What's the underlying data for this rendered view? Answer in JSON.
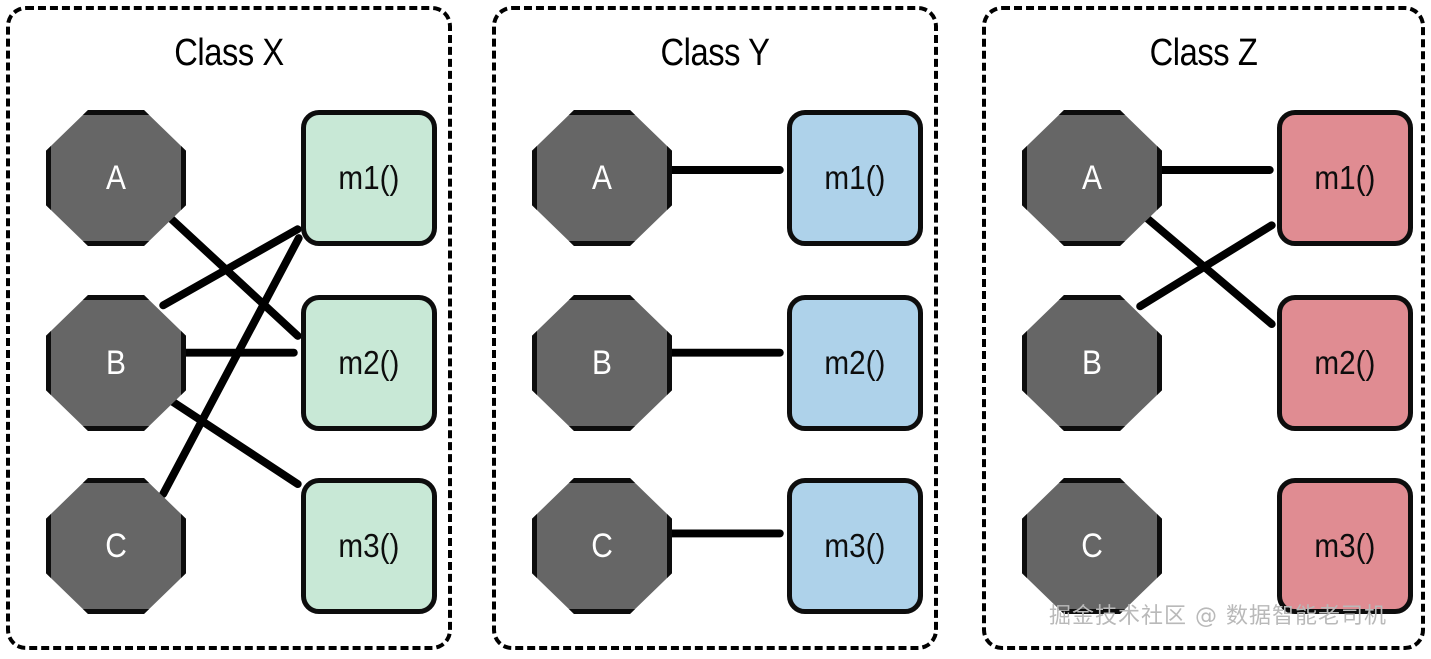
{
  "diagram": {
    "title_style": "class-method-binding",
    "colors": {
      "node_fill": "#666666",
      "node_stroke": "#0d0d0d",
      "node_text": "#ffffff",
      "edge": "#000000",
      "panel_border": "#000000",
      "background": "#ffffff",
      "class_x_method_fill": "#c8e8d6",
      "class_y_method_fill": "#aed2ea",
      "class_z_method_fill": "#e08c92",
      "watermark_text": "#b9b9b9"
    },
    "class_nodes": [
      {
        "id": "A",
        "label": "A"
      },
      {
        "id": "B",
        "label": "B"
      },
      {
        "id": "C",
        "label": "C"
      }
    ],
    "method_nodes": [
      {
        "id": "m1",
        "label": "m1()"
      },
      {
        "id": "m2",
        "label": "m2()"
      },
      {
        "id": "m3",
        "label": "m3()"
      }
    ],
    "panels": [
      {
        "id": "x",
        "title": "Class X",
        "method_fill": "#c8e8d6",
        "edges": [
          {
            "from": "A",
            "to": "m2"
          },
          {
            "from": "B",
            "to": "m1"
          },
          {
            "from": "B",
            "to": "m2"
          },
          {
            "from": "B",
            "to": "m3"
          },
          {
            "from": "C",
            "to": "m1"
          }
        ]
      },
      {
        "id": "y",
        "title": "Class Y",
        "method_fill": "#aed2ea",
        "edges": [
          {
            "from": "A",
            "to": "m1"
          },
          {
            "from": "B",
            "to": "m2"
          },
          {
            "from": "C",
            "to": "m3"
          }
        ]
      },
      {
        "id": "z",
        "title": "Class Z",
        "method_fill": "#e08c92",
        "edges": [
          {
            "from": "A",
            "to": "m1"
          },
          {
            "from": "A",
            "to": "m2"
          },
          {
            "from": "B",
            "to": "m1"
          }
        ]
      }
    ]
  },
  "watermark": {
    "text": "掘金技术社区 @ 数据智能老司机"
  }
}
